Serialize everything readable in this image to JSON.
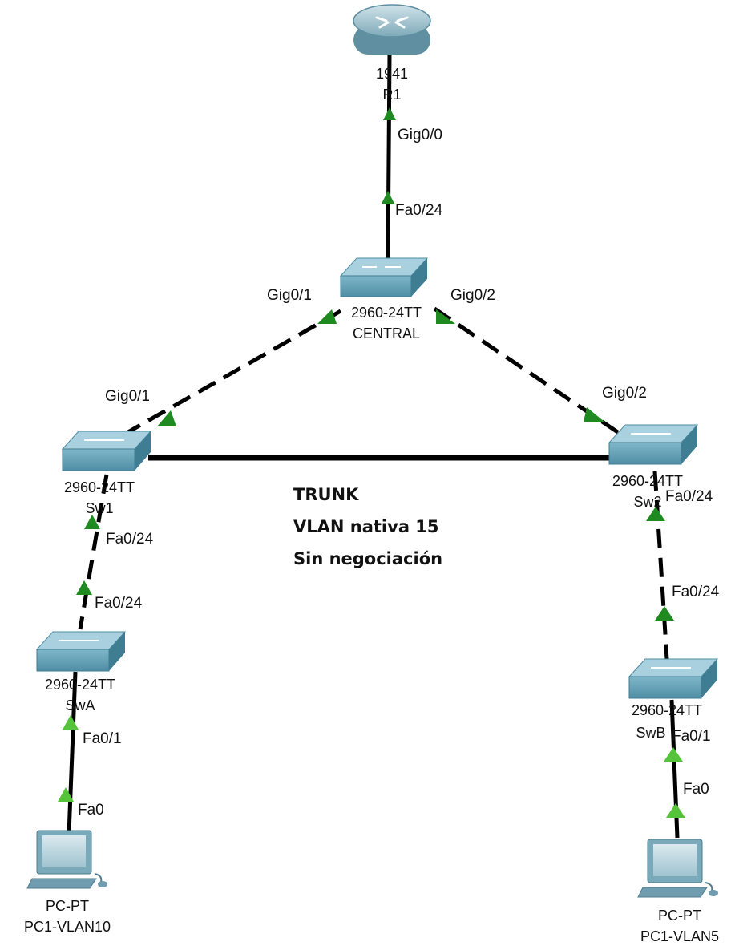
{
  "devices": {
    "router": {
      "model": "1941",
      "name": "R1"
    },
    "central": {
      "model": "2960-24TT",
      "name": "CENTRAL"
    },
    "sw1": {
      "model": "2960-24TT",
      "name": "Sw1"
    },
    "sw2": {
      "model": "2960-24TT",
      "name": "Sw2"
    },
    "swa": {
      "model": "2960-24TT",
      "name": "SwA"
    },
    "swb": {
      "model": "2960-24TT",
      "name": "SwB"
    },
    "pc_left": {
      "model": "PC-PT",
      "name": "PC1-VLAN10"
    },
    "pc_right": {
      "model": "PC-PT",
      "name": "PC1-VLAN5"
    }
  },
  "ports": {
    "r1_central_r1": "Gig0/0",
    "r1_central_central": "Fa0/24",
    "central_sw1_central": "Gig0/1",
    "central_sw1_sw1": "Gig0/1",
    "central_sw2_central": "Gig0/2",
    "central_sw2_sw2": "Gig0/2",
    "sw1_swa_sw1": "Fa0/24",
    "sw1_swa_swa": "Fa0/24",
    "sw2_swb_sw2": "Fa0/24",
    "sw2_swb_swb": "Fa0/24",
    "swa_pc_swa": "Fa0/1",
    "swa_pc_pc": "Fa0",
    "swb_pc_swb": "Fa0/1",
    "swb_pc_pc": "Fa0"
  },
  "annotation": {
    "line1": "TRUNK",
    "line2": "VLAN nativa 15",
    "line3": "Sin negociación"
  },
  "colors": {
    "link": "#000000",
    "status_up_dark": "#1f8a1f",
    "status_up_light": "#55c43a",
    "device_body": "#6fa9bf",
    "device_top": "#9ccbdc"
  },
  "link_styles": {
    "r1_central": "solid",
    "central_sw1": "dashed",
    "central_sw2": "dashed",
    "sw1_sw2": "solid",
    "sw1_swa": "dashed",
    "sw2_swb": "dashed",
    "swa_pc": "solid",
    "swb_pc": "solid"
  }
}
